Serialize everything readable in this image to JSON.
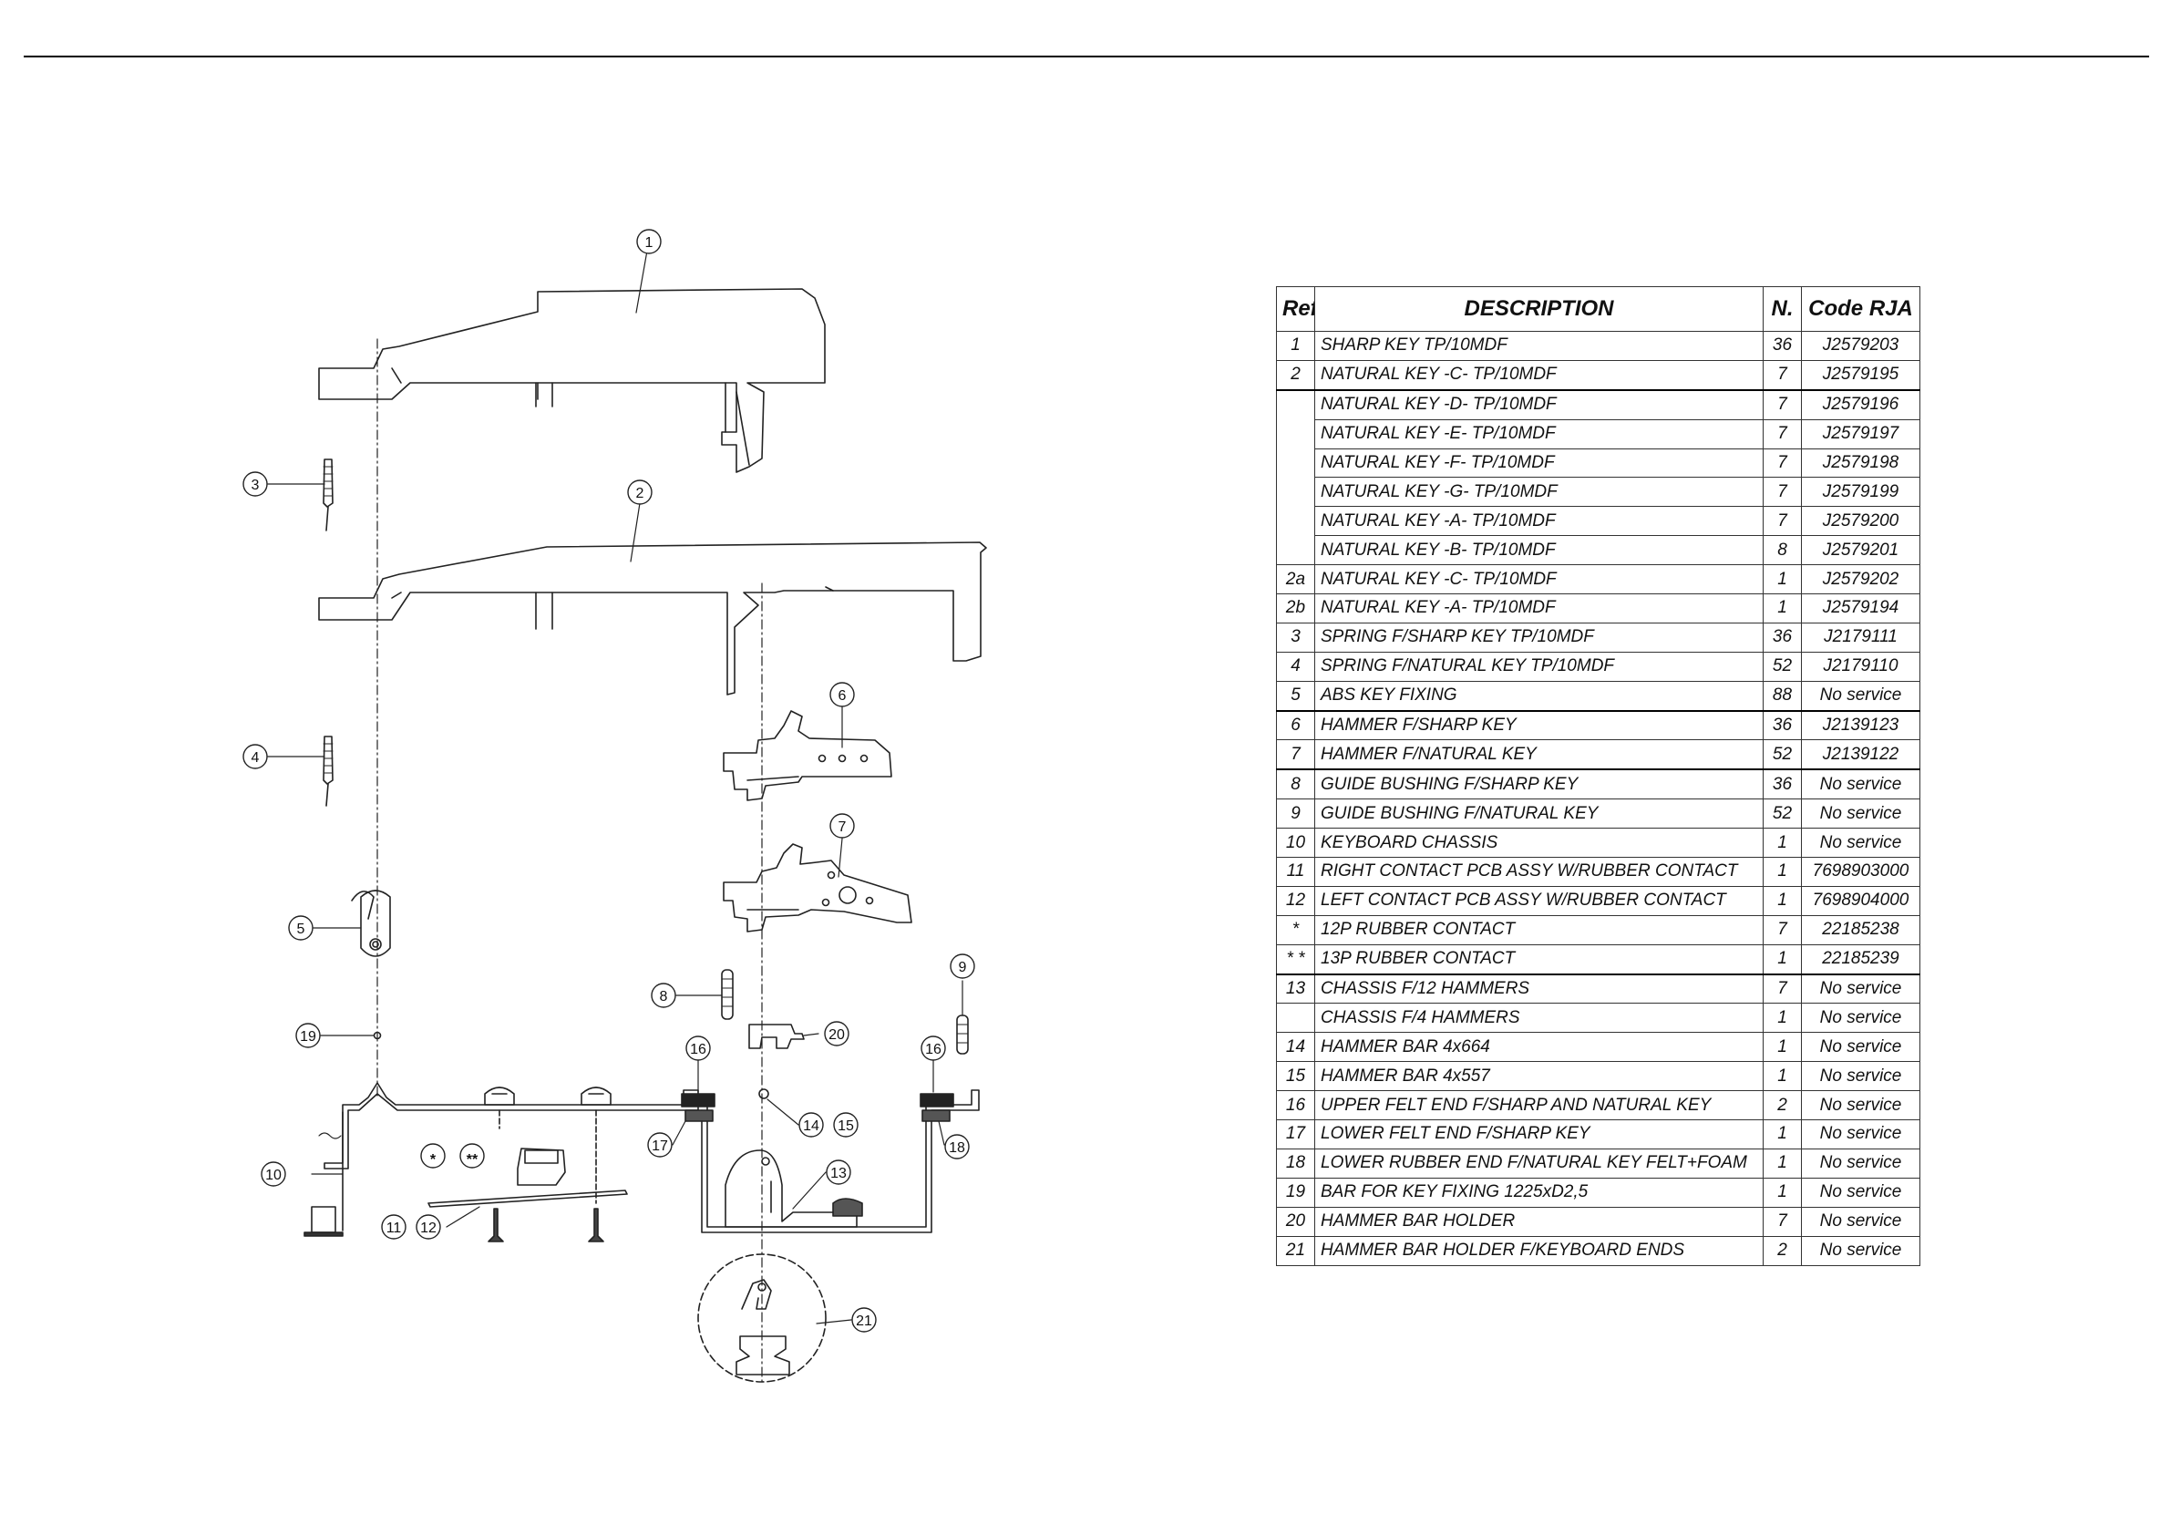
{
  "diagram": {
    "callouts": [
      {
        "label": "1"
      },
      {
        "label": "2"
      },
      {
        "label": "3"
      },
      {
        "label": "4"
      },
      {
        "label": "5"
      },
      {
        "label": "6"
      },
      {
        "label": "7"
      },
      {
        "label": "8"
      },
      {
        "label": "9"
      },
      {
        "label": "10"
      },
      {
        "label": "11"
      },
      {
        "label": "12"
      },
      {
        "label": "13"
      },
      {
        "label": "14"
      },
      {
        "label": "15"
      },
      {
        "label": "16"
      },
      {
        "label": "16"
      },
      {
        "label": "17"
      },
      {
        "label": "18"
      },
      {
        "label": "19"
      },
      {
        "label": "20"
      },
      {
        "label": "21"
      },
      {
        "label": "*"
      },
      {
        "label": "**"
      }
    ]
  },
  "table": {
    "headers": {
      "ref": "Ref",
      "description": "DESCRIPTION",
      "qty": "N.",
      "code": "Code RJA"
    },
    "rows": [
      {
        "ref": "1",
        "description": "SHARP KEY TP/10MDF",
        "qty": "36",
        "code": "J2579203"
      },
      {
        "ref": "2",
        "description": "NATURAL KEY -C- TP/10MDF",
        "qty": "7",
        "code": "J2579195"
      },
      {
        "ref": "",
        "description": "NATURAL KEY -D- TP/10MDF",
        "qty": "7",
        "code": "J2579196"
      },
      {
        "ref": "",
        "description": "NATURAL KEY -E- TP/10MDF",
        "qty": "7",
        "code": "J2579197"
      },
      {
        "ref": "",
        "description": "NATURAL KEY -F- TP/10MDF",
        "qty": "7",
        "code": "J2579198"
      },
      {
        "ref": "",
        "description": "NATURAL KEY -G- TP/10MDF",
        "qty": "7",
        "code": "J2579199"
      },
      {
        "ref": "",
        "description": "NATURAL KEY -A- TP/10MDF",
        "qty": "7",
        "code": "J2579200"
      },
      {
        "ref": "",
        "description": "NATURAL KEY -B- TP/10MDF",
        "qty": "8",
        "code": "J2579201"
      },
      {
        "ref": "2a",
        "description": "NATURAL KEY -C- TP/10MDF",
        "qty": "1",
        "code": "J2579202"
      },
      {
        "ref": "2b",
        "description": "NATURAL KEY -A- TP/10MDF",
        "qty": "1",
        "code": "J2579194"
      },
      {
        "ref": "3",
        "description": "SPRING F/SHARP KEY TP/10MDF",
        "qty": "36",
        "code": "J2179111"
      },
      {
        "ref": "4",
        "description": "SPRING F/NATURAL KEY TP/10MDF",
        "qty": "52",
        "code": "J2179110"
      },
      {
        "ref": "5",
        "description": "ABS KEY FIXING",
        "qty": "88",
        "code": "No service"
      },
      {
        "ref": "6",
        "description": "HAMMER F/SHARP KEY",
        "qty": "36",
        "code": "J2139123"
      },
      {
        "ref": "7",
        "description": "HAMMER F/NATURAL KEY",
        "qty": "52",
        "code": "J2139122"
      },
      {
        "ref": "8",
        "description": "GUIDE BUSHING F/SHARP KEY",
        "qty": "36",
        "code": "No service"
      },
      {
        "ref": "9",
        "description": "GUIDE BUSHING F/NATURAL KEY",
        "qty": "52",
        "code": "No service"
      },
      {
        "ref": "10",
        "description": "KEYBOARD CHASSIS",
        "qty": "1",
        "code": "No service"
      },
      {
        "ref": "11",
        "description": "RIGHT CONTACT PCB ASSY W/RUBBER CONTACT",
        "qty": "1",
        "code": "7698903000"
      },
      {
        "ref": "12",
        "description": "LEFT CONTACT PCB ASSY W/RUBBER CONTACT",
        "qty": "1",
        "code": "7698904000"
      },
      {
        "ref": "*",
        "description": "12P RUBBER CONTACT",
        "qty": "7",
        "code": "22185238"
      },
      {
        "ref": "* *",
        "description": "13P RUBBER CONTACT",
        "qty": "1",
        "code": "22185239"
      },
      {
        "ref": "13",
        "description": "CHASSIS F/12 HAMMERS",
        "qty": "7",
        "code": "No service"
      },
      {
        "ref": "",
        "description": "CHASSIS F/4 HAMMERS",
        "qty": "1",
        "code": "No service"
      },
      {
        "ref": "14",
        "description": "HAMMER BAR 4x664",
        "qty": "1",
        "code": "No service"
      },
      {
        "ref": "15",
        "description": "HAMMER BAR 4x557",
        "qty": "1",
        "code": "No service"
      },
      {
        "ref": "16",
        "description": "UPPER FELT END F/SHARP AND NATURAL KEY",
        "qty": "2",
        "code": "No service"
      },
      {
        "ref": "17",
        "description": "LOWER FELT END F/SHARP KEY",
        "qty": "1",
        "code": "No service"
      },
      {
        "ref": "18",
        "description": "LOWER RUBBER END F/NATURAL KEY FELT+FOAM",
        "qty": "1",
        "code": "No service"
      },
      {
        "ref": "19",
        "description": "BAR FOR KEY FIXING 1225xD2,5",
        "qty": "1",
        "code": "No service"
      },
      {
        "ref": "20",
        "description": "HAMMER BAR HOLDER",
        "qty": "7",
        "code": "No service"
      },
      {
        "ref": "21",
        "description": "HAMMER BAR HOLDER F/KEYBOARD ENDS",
        "qty": "2",
        "code": "No service"
      }
    ]
  }
}
